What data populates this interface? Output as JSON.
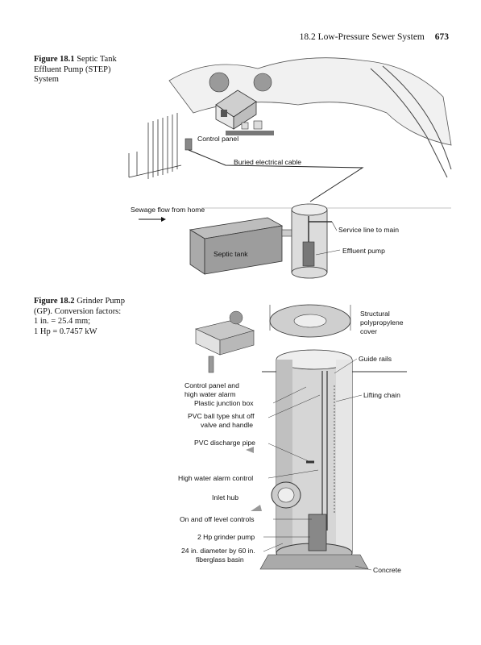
{
  "header": {
    "section": "18.2  Low-Pressure Sewer System",
    "page": "673"
  },
  "figure1": {
    "number": "Figure 18.1",
    "caption_lines": [
      "Septic Tank",
      "Effluent Pump (STEP)",
      "System"
    ],
    "labels": {
      "control_panel": "Control panel",
      "buried_cable": "Buried electrical cable",
      "sewage_flow": "Sewage flow from home",
      "septic_tank": "Septic tank",
      "service_line": "Service line to main",
      "effluent_pump": "Effluent pump"
    }
  },
  "figure2": {
    "number": "Figure 18.2",
    "caption_lines": [
      "Grinder Pump",
      "(GP). Conversion factors:",
      "1 in. = 25.4 mm;",
      "1 Hp = 0.7457 kW"
    ],
    "labels": {
      "structural_cover_1": "Structural",
      "structural_cover_2": "polypropylene",
      "structural_cover_3": "cover",
      "guide_rails": "Guide rails",
      "control_panel_1": "Control panel and",
      "control_panel_2": "high water alarm",
      "junction_box": "Plastic junction box",
      "lifting_chain": "Lifting chain",
      "ball_valve_1": "PVC ball type shut off",
      "ball_valve_2": "valve and handle",
      "discharge_pipe": "PVC discharge pipe",
      "alarm_control": "High water alarm control",
      "inlet_hub": "Inlet hub",
      "level_controls": "On and off level controls",
      "grinder_pump": "2 Hp grinder pump",
      "basin_1": "24 in. diameter by 60 in.",
      "basin_2": "fiberglass basin",
      "concrete": "Concrete"
    }
  }
}
